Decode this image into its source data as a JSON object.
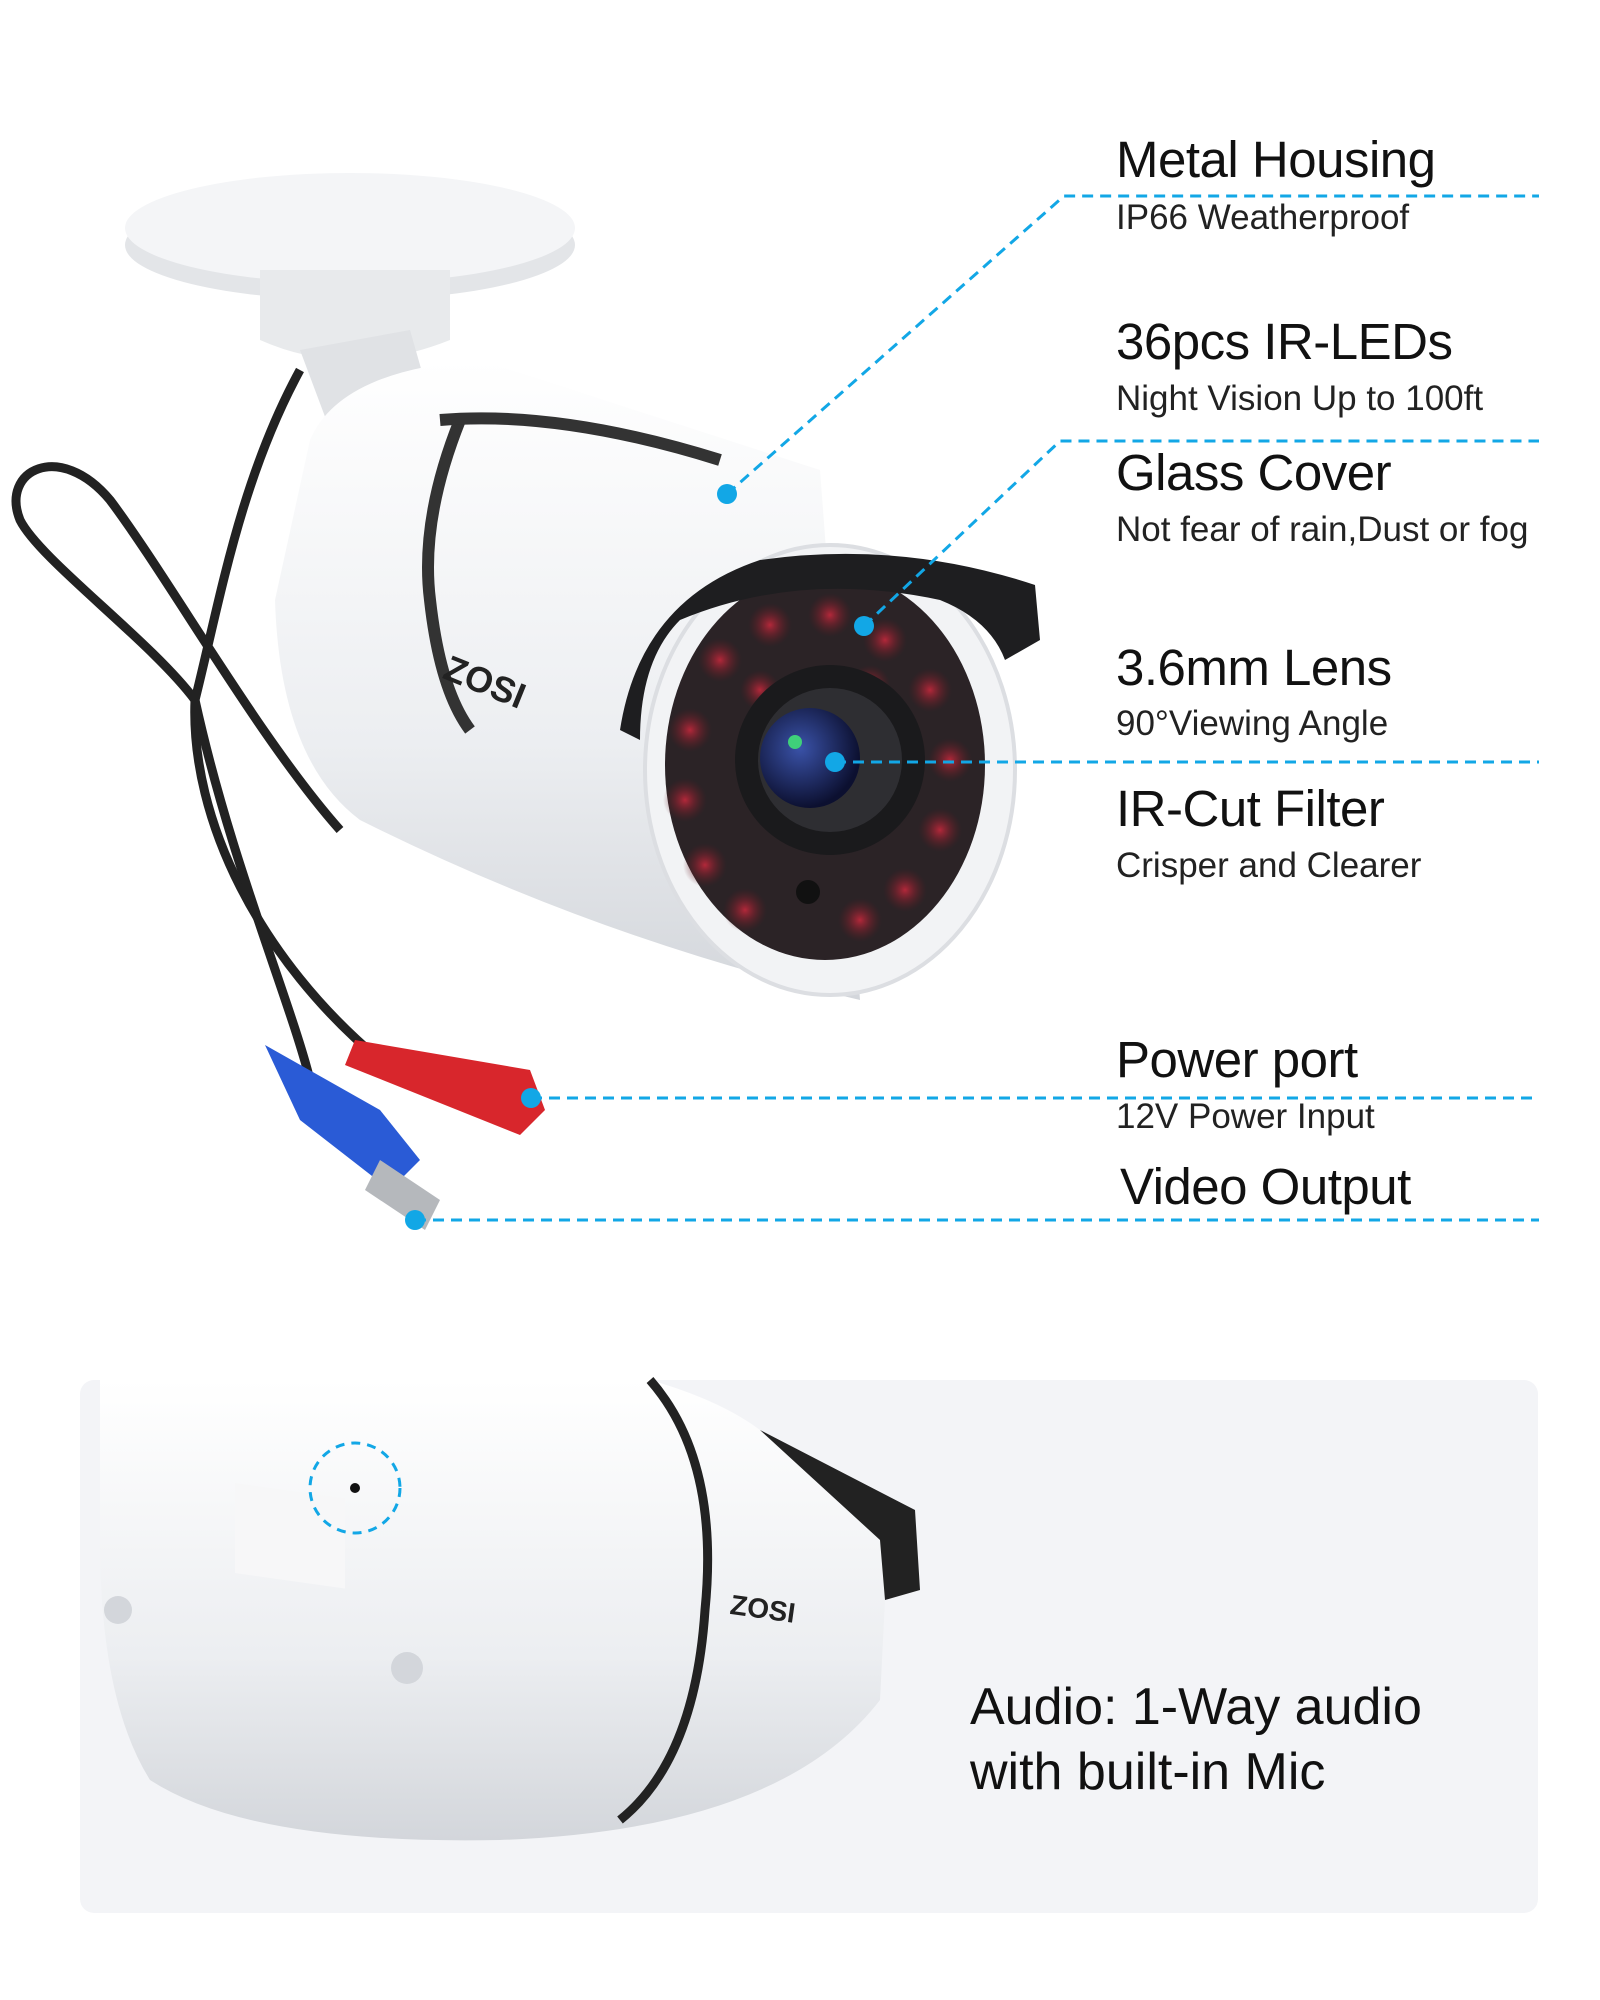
{
  "accent_color": "#12a7e6",
  "features": [
    {
      "title": "Metal Housing",
      "subtitle": "IP66 Weatherproof"
    },
    {
      "title": "36pcs IR-LEDs",
      "subtitle": "Night Vision Up to 100ft"
    },
    {
      "title": "Glass Cover",
      "subtitle": "Not fear of rain,Dust or fog"
    },
    {
      "title": "3.6mm Lens",
      "subtitle": "90°Viewing Angle"
    },
    {
      "title": "IR-Cut Filter",
      "subtitle": "Crisper and Clearer"
    },
    {
      "title": "Power port",
      "subtitle": "12V  Power Input"
    },
    {
      "title": "Video Output"
    }
  ],
  "brand_logo": "ZOSI",
  "audio": {
    "line1": "Audio: 1-Way audio",
    "line2": "with built-in Mic"
  }
}
